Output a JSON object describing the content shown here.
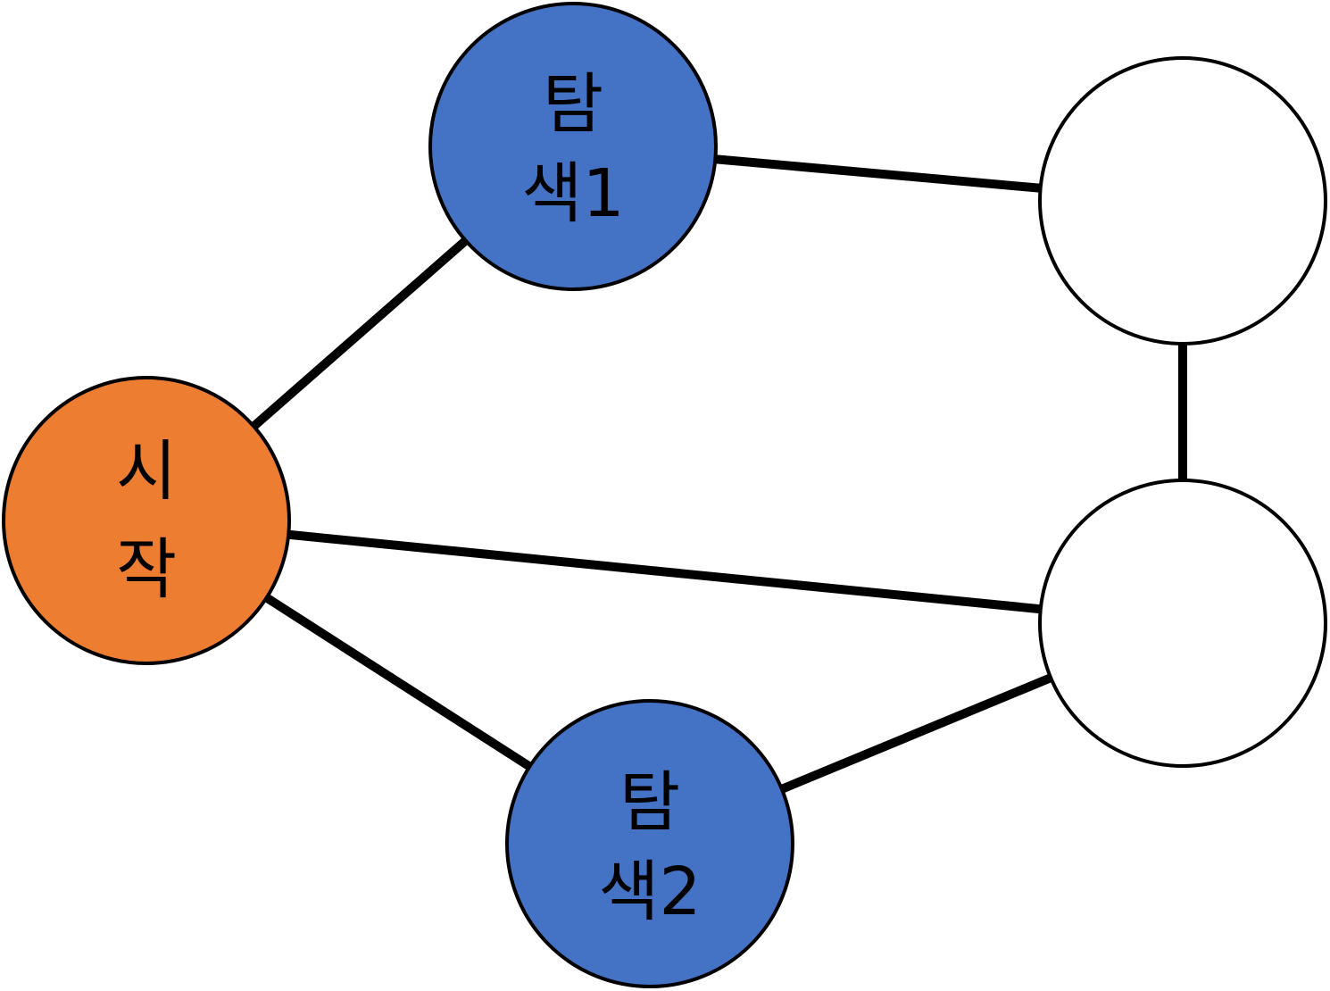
{
  "colors": {
    "start": "#ED7D31",
    "explored": "#4472C4",
    "unvisited": "#FFFFFF",
    "stroke": "#000000"
  },
  "nodes": {
    "start": {
      "line1": "시",
      "line2": "작",
      "state": "start"
    },
    "explore1": {
      "line1": "탐",
      "line2": "색1",
      "state": "explored"
    },
    "explore2": {
      "line1": "탐",
      "line2": "색2",
      "state": "explored"
    },
    "top_right": {
      "state": "unvisited"
    },
    "bottom_right": {
      "state": "unvisited"
    }
  },
  "edges": [
    [
      "start",
      "explore1"
    ],
    [
      "start",
      "bottom_right"
    ],
    [
      "start",
      "explore2"
    ],
    [
      "explore1",
      "top_right"
    ],
    [
      "top_right",
      "bottom_right"
    ],
    [
      "explore2",
      "bottom_right"
    ]
  ]
}
